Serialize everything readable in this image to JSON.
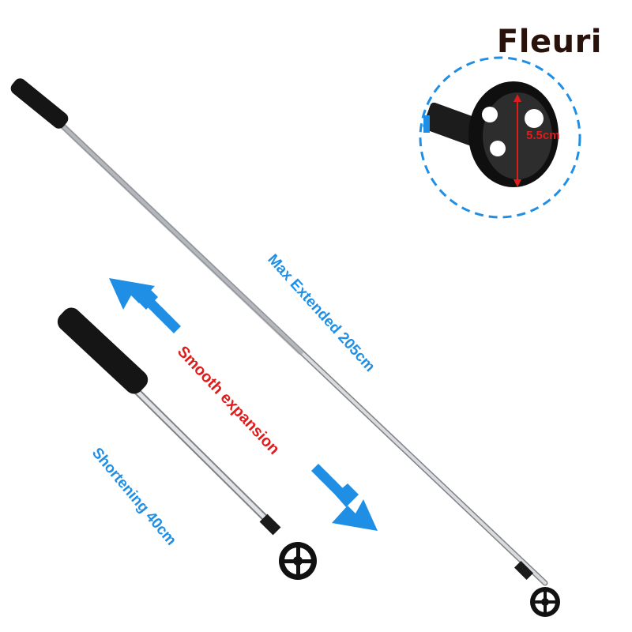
{
  "brand": {
    "name": "Fleuri",
    "color": "#2a120c"
  },
  "labels": {
    "max_extended": "Max Extended 205cm",
    "shortening": "Shortening 40cm",
    "smooth_expansion": "Smooth expansion",
    "cup_diameter": "5.5cm"
  },
  "colors": {
    "accent_blue": "#1f8fe6",
    "accent_red": "#e01b1b",
    "pole_silver": "#c9ccd0",
    "handle_black": "#151515"
  },
  "icons": [
    "up-left-arrow-icon",
    "down-right-arrow-icon",
    "ball-cup-icon"
  ]
}
